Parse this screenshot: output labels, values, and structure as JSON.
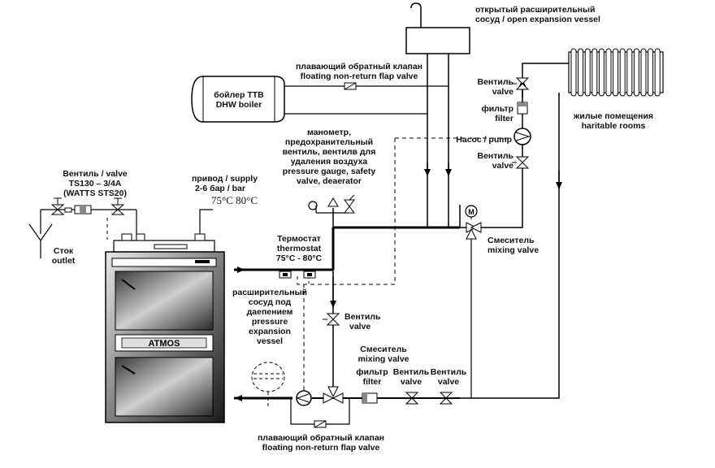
{
  "labels": {
    "open_vessel_ru": "открытый расширительный",
    "open_vessel_en": "сосуд / open expansion vessel",
    "float_valve_top_ru": "плавающий обратный клапан",
    "float_valve_top_en": "floating non-return flap valve",
    "dhw_ru": "бойлер ТТВ",
    "dhw_en": "DHW boiler",
    "valve_top": "Вентиль",
    "valve_top_en": "valve",
    "filter_top": "фильтр",
    "filter_top_en": "filter",
    "rooms_ru": "жилые помещения",
    "rooms_en": "haritable rooms",
    "gauge_lines": [
      "манометр,",
      "предохранительный",
      "вентиль, вентилв для",
      "удаления воздуха",
      "pressure gauge, safety",
      "valve, deaerator"
    ],
    "pump": "Насос / pump",
    "valve_mid": "Вентиль",
    "valve_mid_en": "valve",
    "safety_valve_lines": [
      "Вентиль / valve",
      "TS130 – 3/4A",
      "(WATTS STS20)"
    ],
    "supply_lines": [
      "привод / supply",
      "2-6 бар / bar"
    ],
    "temp_readout": "75°C   80°C",
    "outlet_ru": "Сток",
    "outlet_en": "outlet",
    "thermostat_lines": [
      "Термостат",
      "thermostat",
      "75°C - 80°C"
    ],
    "mixing_top_ru": "Смеситель",
    "mixing_top_en": "mixing valve",
    "pressure_vessel_lines": [
      "расширительный",
      "сосуд под",
      "даепением",
      "pressure",
      "expansion",
      "vessel"
    ],
    "valve_center": "Вентиль",
    "valve_center_en": "valve",
    "mixing_bottom_ru": "Смеситель",
    "mixing_bottom_en": "mixing valve",
    "filter_bottom": "фильтр",
    "filter_bottom_en": "filter",
    "valve_b1": "Вентиль",
    "valve_b1_en": "valve",
    "valve_b2": "Вентиль",
    "valve_b2_en": "valve",
    "float_valve_bottom_ru": "плавающий обратный клапан",
    "float_valve_bottom_en": "floating non-return flap valve",
    "brand": "ATMOS",
    "motor": "M"
  }
}
